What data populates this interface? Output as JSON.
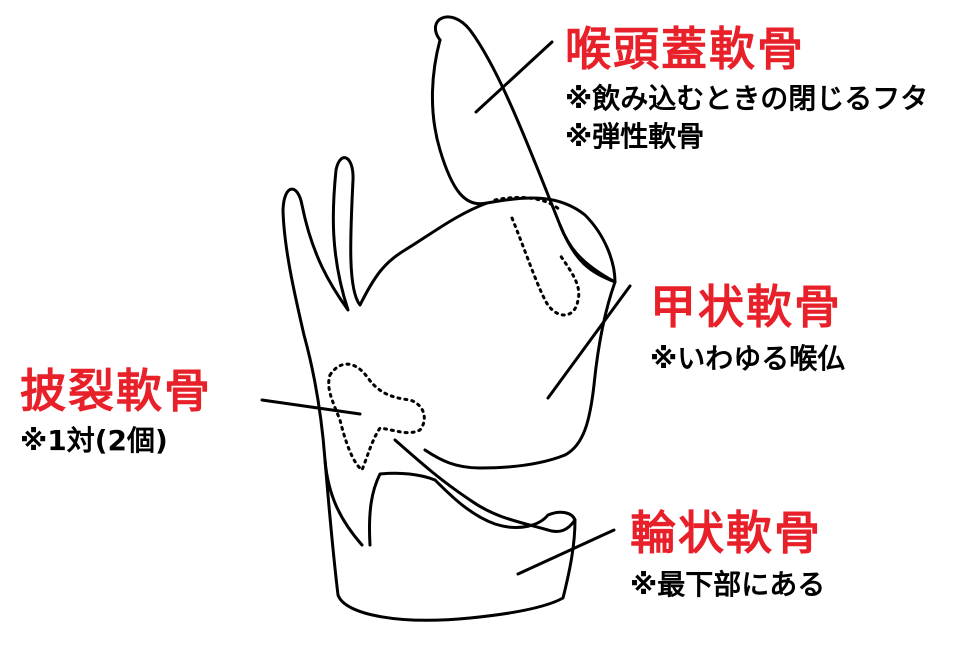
{
  "labels": {
    "epiglottis": {
      "title": "喉頭蓋軟骨",
      "notes": [
        "※飲み込むときの閉じるフタ",
        "※弾性軟骨"
      ]
    },
    "thyroid": {
      "title": "甲状軟骨",
      "notes": [
        "※いわゆる喉仏"
      ]
    },
    "arytenoid": {
      "title": "披裂軟骨",
      "notes": [
        "※1対(2個)"
      ]
    },
    "cricoid": {
      "title": "輪状軟骨",
      "notes": [
        "※最下部にある"
      ]
    }
  },
  "colors": {
    "title": "#e8202a",
    "line": "#000000"
  }
}
